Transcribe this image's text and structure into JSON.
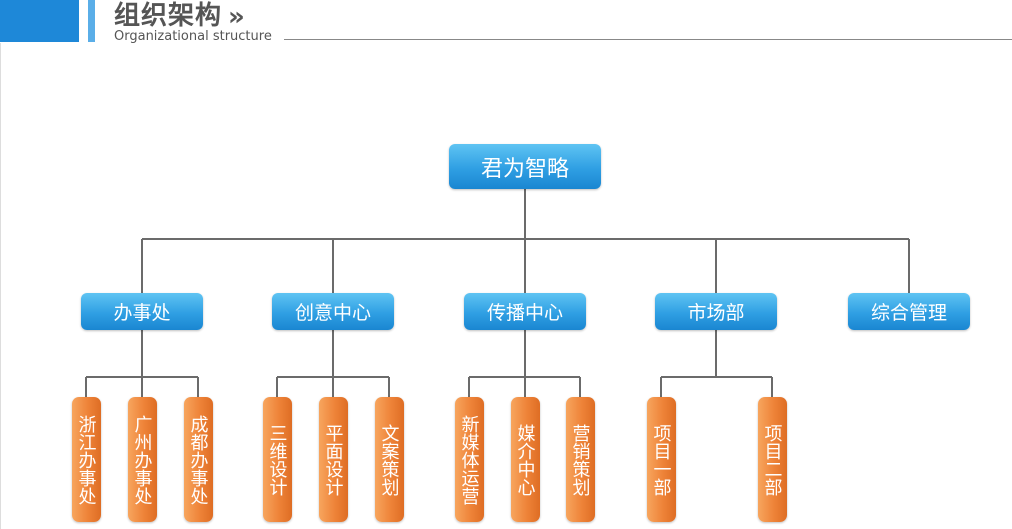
{
  "header": {
    "title": "组织架构",
    "arrow": "»",
    "subtitle": "Organizational structure"
  },
  "colors": {
    "header_accent": "#1e88d8",
    "blue_node": "#2f9fe3",
    "orange_node": "#ee8338",
    "connector": "#6b6b6b"
  },
  "org": {
    "root": "君为智略",
    "departments": [
      {
        "name": "办事处",
        "children": [
          "浙江办事处",
          "广州办事处",
          "成都办事处"
        ]
      },
      {
        "name": "创意中心",
        "children": [
          "三维设计",
          "平面设计",
          "文案策划"
        ]
      },
      {
        "name": "传播中心",
        "children": [
          "新媒体运营",
          "媒介中心",
          "营销策划"
        ]
      },
      {
        "name": "市场部",
        "children": [
          "项目一部",
          "项目二部"
        ]
      },
      {
        "name": "综合管理",
        "children": []
      }
    ]
  }
}
